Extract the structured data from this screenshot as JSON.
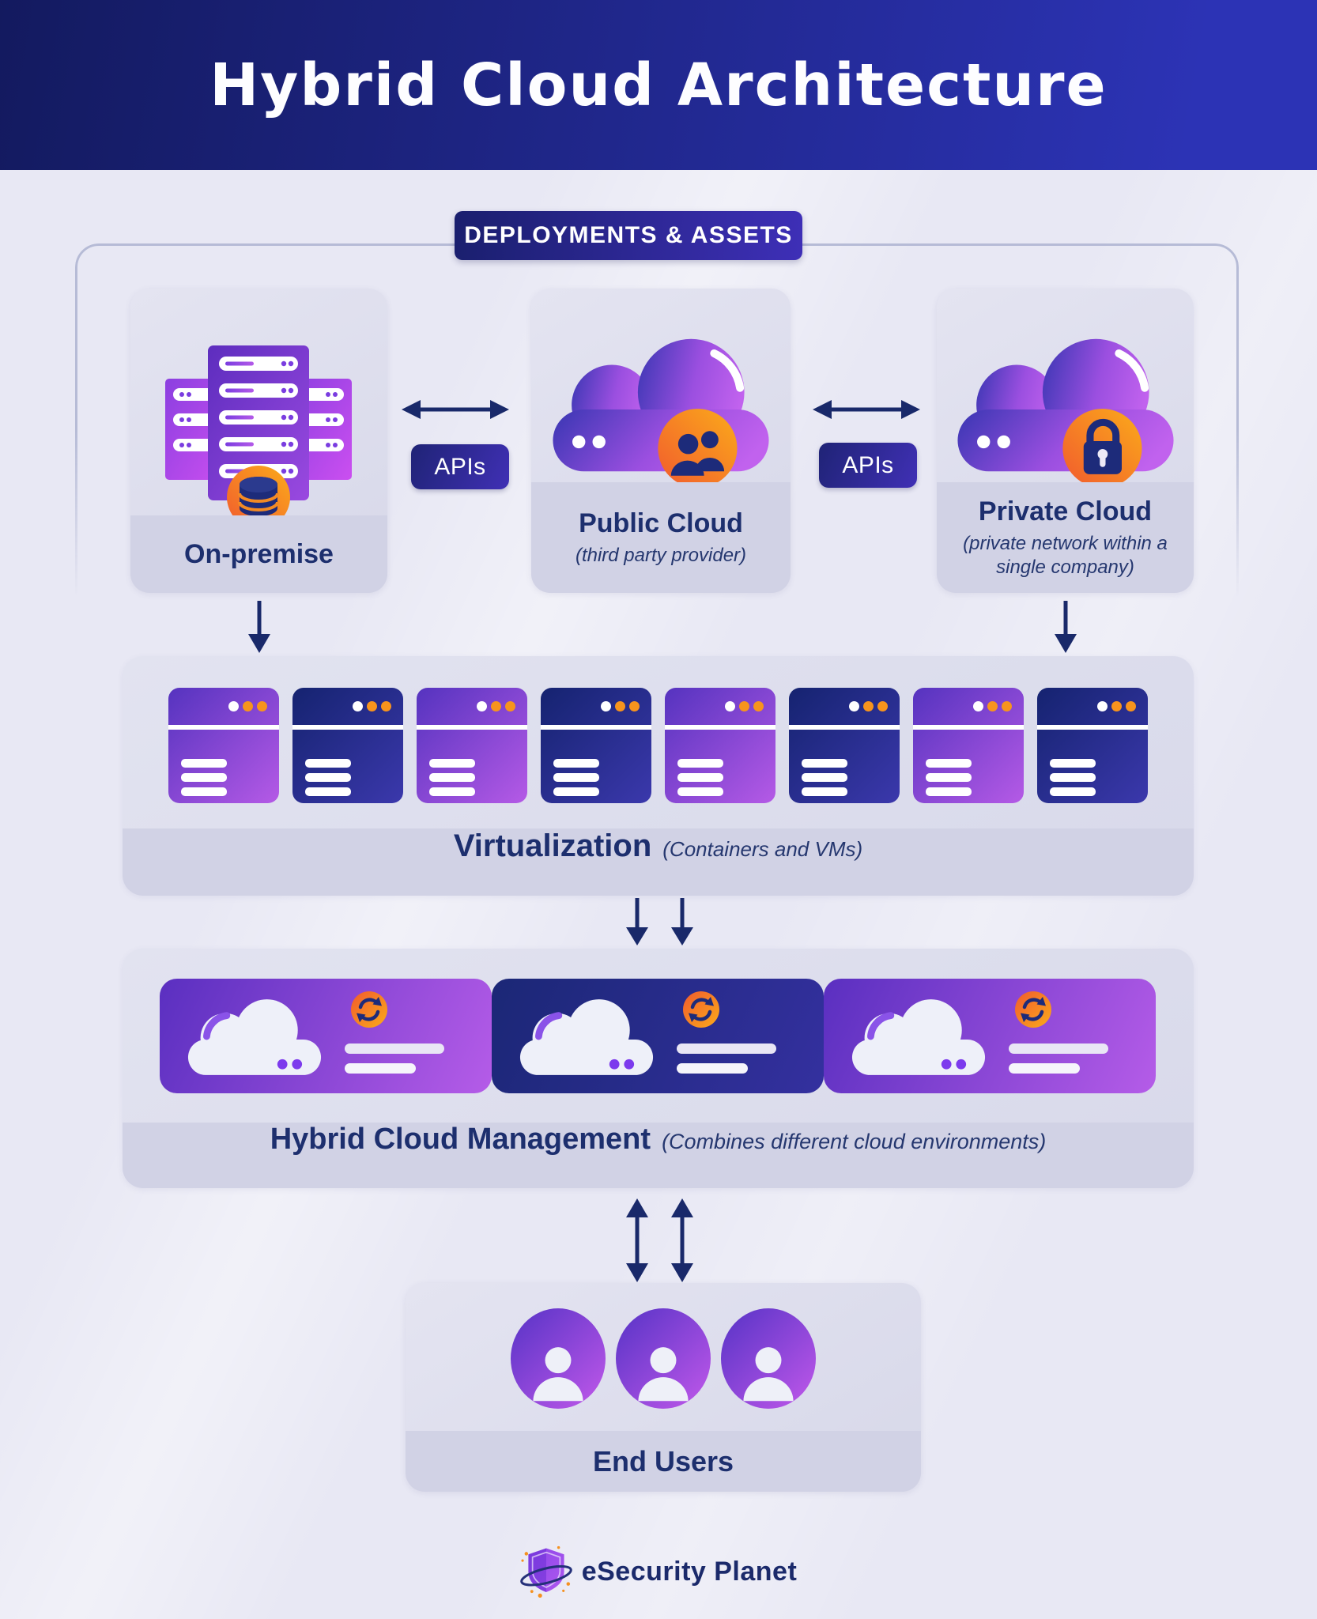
{
  "header": {
    "title": "Hybrid Cloud Architecture"
  },
  "section_badge": {
    "label": "DEPLOYMENTS & ASSETS"
  },
  "deployments": {
    "on_premise": {
      "label": "On-premise"
    },
    "public_cloud": {
      "label": "Public Cloud",
      "sublabel": "(third party provider)"
    },
    "private_cloud": {
      "label": "Private Cloud",
      "sublabel": "(private network within a single company)"
    }
  },
  "apis": {
    "left_label": "APIs",
    "right_label": "APIs"
  },
  "virtualization": {
    "title": "Virtualization",
    "subtitle": "(Containers and VMs)",
    "containers": [
      "purple",
      "navy",
      "purple",
      "navy",
      "purple",
      "navy",
      "purple",
      "navy"
    ]
  },
  "hybrid_cloud_management": {
    "title": "Hybrid Cloud Management",
    "subtitle": "(Combines different cloud environments)",
    "panels": [
      "purple",
      "navy",
      "purple"
    ]
  },
  "end_users": {
    "label": "End Users",
    "user_count": 3
  },
  "footer": {
    "brand": "eSecurity Planet"
  },
  "colors": {
    "header_gradient_start": "#131a5f",
    "header_gradient_end": "#2c33b5",
    "background": "#e8e8f4",
    "navy_text": "#1d2f6e",
    "arrow_navy": "#19296a",
    "accent_orange": "#f7941d",
    "accent_purple": "#b55ae6",
    "accent_indigo": "#4038b6"
  }
}
